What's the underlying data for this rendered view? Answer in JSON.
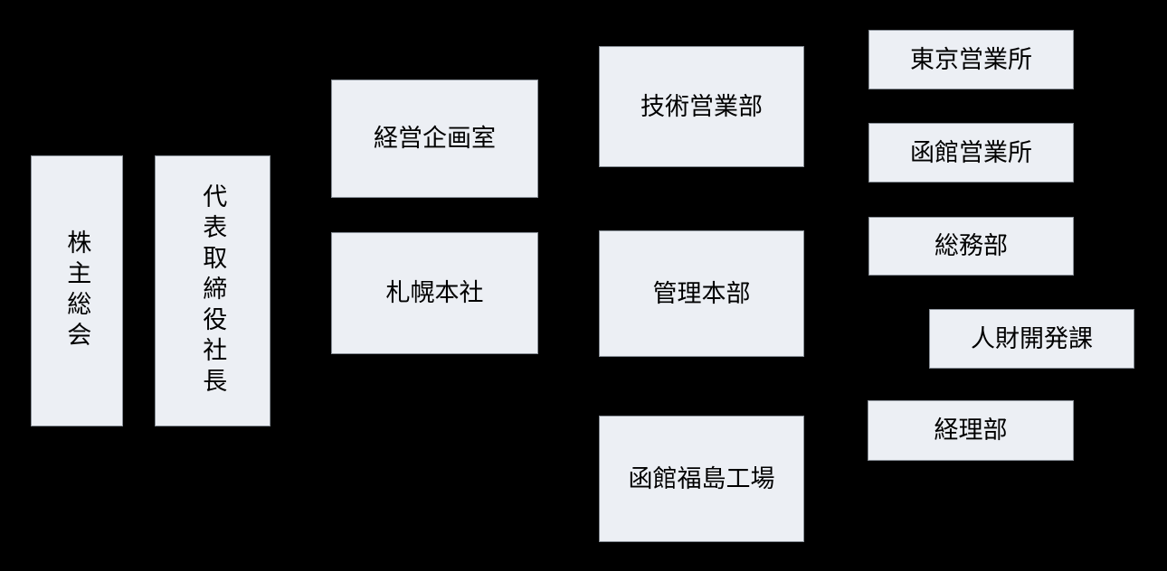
{
  "diagram": {
    "type": "org-chart",
    "background": "#000000",
    "node_fill": "#ECEFF4",
    "node_border": "#8A9199",
    "text_color": "#000000",
    "nodes": [
      {
        "id": "shareholders-meeting",
        "label": "株主総会",
        "orientation": "vertical",
        "level": 1
      },
      {
        "id": "president",
        "label": "代表取締役社長",
        "orientation": "vertical",
        "level": 2
      },
      {
        "id": "corporate-planning-office",
        "label": "経営企画室",
        "orientation": "horizontal",
        "level": 3
      },
      {
        "id": "sapporo-head-office",
        "label": "札幌本社",
        "orientation": "horizontal",
        "level": 3
      },
      {
        "id": "technical-sales-dept",
        "label": "技術営業部",
        "orientation": "horizontal",
        "level": 4
      },
      {
        "id": "administration-division",
        "label": "管理本部",
        "orientation": "horizontal",
        "level": 4
      },
      {
        "id": "hakodate-fukushima-factory",
        "label": "函館福島工場",
        "orientation": "horizontal",
        "level": 4
      },
      {
        "id": "tokyo-sales-office",
        "label": "東京営業所",
        "orientation": "horizontal",
        "level": 5
      },
      {
        "id": "hakodate-sales-office",
        "label": "函館営業所",
        "orientation": "horizontal",
        "level": 5
      },
      {
        "id": "general-affairs-dept",
        "label": "総務部",
        "orientation": "horizontal",
        "level": 5
      },
      {
        "id": "hr-development-section",
        "label": "人財開発課",
        "orientation": "horizontal",
        "level": 6
      },
      {
        "id": "accounting-dept",
        "label": "経理部",
        "orientation": "horizontal",
        "level": 5
      }
    ]
  }
}
